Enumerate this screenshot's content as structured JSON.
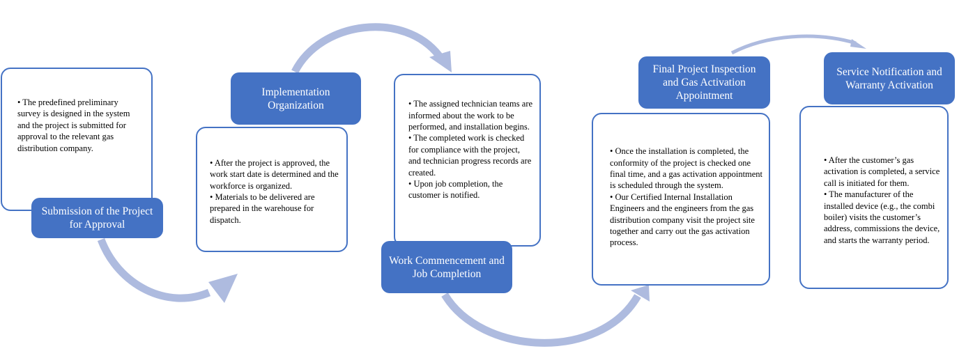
{
  "diagram": {
    "type": "process-flow",
    "colors": {
      "header_fill": "#4472c4",
      "header_text": "#ffffff",
      "box_border": "#4472c4",
      "box_fill": "#ffffff",
      "arrow": "#aebbdf",
      "body_text": "#000000"
    },
    "steps": [
      {
        "title": "Submission of the Project for Approval",
        "bullets": [
          "• The predefined preliminary survey is designed in the system and the project is submitted for approval to the relevant gas distribution company."
        ]
      },
      {
        "title": "Implementation Organization",
        "bullets": [
          "• After the project is approved, the work start date is determined and the workforce is organized.",
          "• Materials to be delivered are prepared in the warehouse for dispatch."
        ]
      },
      {
        "title": "Work Commencement and Job Completion",
        "bullets": [
          "• The assigned technician teams are informed about the work to be performed, and installation begins.",
          "• The completed work is checked for compliance with the project, and technician progress records are created.",
          "• Upon job completion, the customer is notified."
        ]
      },
      {
        "title": "Final Project Inspection and Gas Activation Appointment",
        "bullets": [
          "• Once the installation is completed, the conformity of the project is checked one final time, and a gas activation appointment is scheduled through the system.",
          "• Our Certified Internal Installation Engineers and the engineers from the gas distribution company visit the project site together and carry out the gas activation process."
        ]
      },
      {
        "title": "Service Notification and Warranty Activation",
        "bullets": [
          "• After the customer’s gas activation is completed, a service call is initiated for them.",
          "• The manufacturer of the installed device (e.g., the combi boiler) visits the customer’s address, commissions the device, and starts the warranty period."
        ]
      }
    ],
    "connectors": [
      {
        "from": "step-1",
        "to": "step-2",
        "shape": "curved-arrow-below"
      },
      {
        "from": "step-2",
        "to": "step-3",
        "shape": "curved-arrow-above"
      },
      {
        "from": "step-3",
        "to": "step-4",
        "shape": "curved-arrow-below"
      },
      {
        "from": "step-4",
        "to": "step-5",
        "shape": "curved-arrow-above"
      }
    ]
  }
}
